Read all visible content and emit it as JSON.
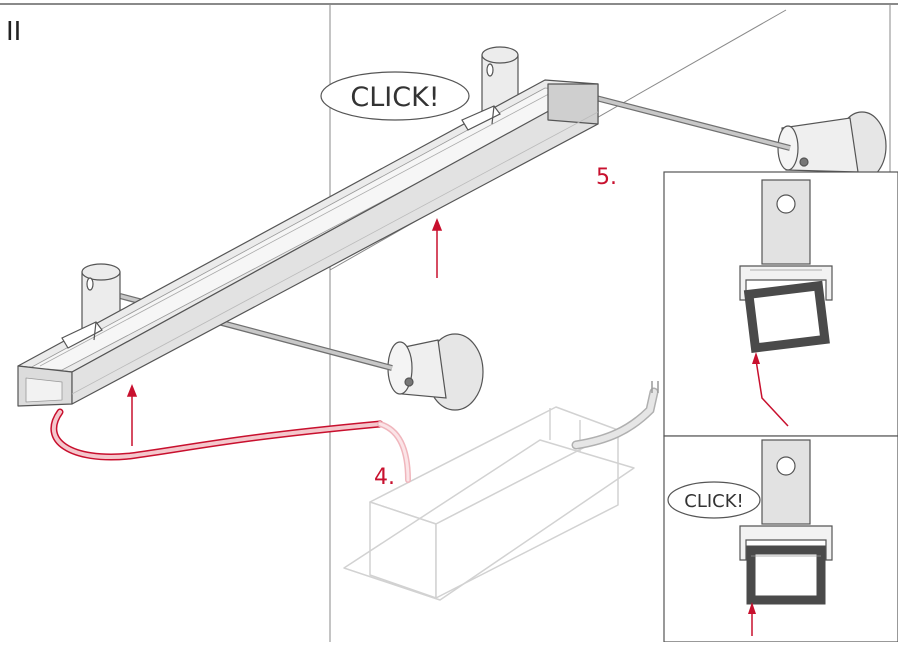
{
  "section_label": "II",
  "steps": {
    "step4": "4.",
    "step5": "5."
  },
  "callouts": {
    "click_main": "CLICK!",
    "click_detail": "CLICK!"
  },
  "colors": {
    "accent": "#c8102e",
    "line": "#555555",
    "profile_fill": "#e4e4e4",
    "diffuser_dark": "#4a4a4a",
    "ghost": "#d2d2d2",
    "cable_outline": "#c8102e",
    "cable_fill": "#f4c7cc"
  }
}
